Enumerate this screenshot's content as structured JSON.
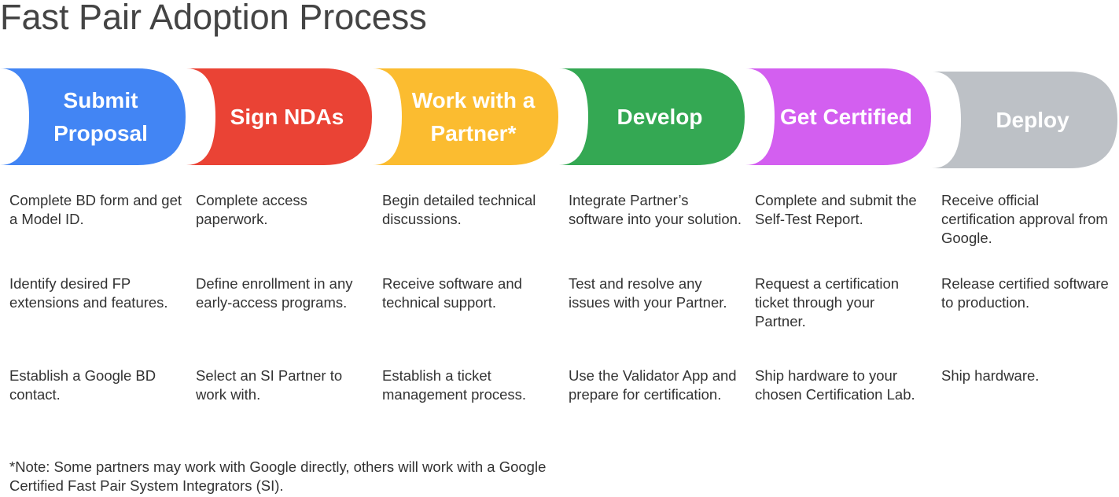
{
  "title": "Fast Pair Adoption Process",
  "phases": [
    {
      "label": "Submit Proposal",
      "color": "#4285f4",
      "steps": [
        "Complete BD form and get a Model ID.",
        "Identify desired FP extensions and features.",
        "Establish a Google BD contact."
      ]
    },
    {
      "label": "Sign NDAs",
      "color": "#ea4335",
      "steps": [
        "Complete access paperwork.",
        "Define enrollment in any early-access programs.",
        "Select an SI Partner to work with."
      ]
    },
    {
      "label": "Work with a Partner*",
      "color": "#fbbc30",
      "steps": [
        "Begin detailed technical discussions.",
        "Receive software and technical support.",
        "Establish a ticket management process."
      ]
    },
    {
      "label": "Develop",
      "color": "#34a853",
      "steps": [
        "Integrate Partner’s software into your solution.",
        "Test and resolve any issues with your Partner.",
        "Use the Validator App and prepare for certification."
      ]
    },
    {
      "label": "Get Certified",
      "color": "#d35ff0",
      "steps": [
        "Complete and submit the Self-Test Report.",
        "Request a certification ticket through your Partner.",
        "Ship hardware to your chosen Certification Lab."
      ]
    },
    {
      "label": "Deploy",
      "color": "#bdc1c6",
      "steps": [
        "Receive official certification approval from Google.",
        "Release certified software to production.",
        "Ship hardware."
      ]
    }
  ],
  "note": "*Note: Some partners may work with Google directly, others will work with a Google Certified Fast Pair System Integrators (SI)."
}
